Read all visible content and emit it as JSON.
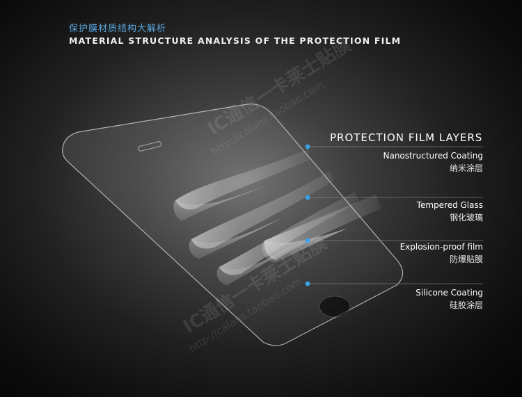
{
  "header": {
    "title_cn": "保护膜材质结构大解析",
    "title_en": "MATERIAL STRUCTURE ANALYSIS OF THE PROTECTION FILM"
  },
  "layers": {
    "heading": "PROTECTION FILM LAYERS",
    "items": [
      {
        "name_en": "Nanostructured Coating",
        "name_cn": "纳米涂层"
      },
      {
        "name_en": "Tempered Glass",
        "name_cn": "钢化玻璃"
      },
      {
        "name_en": "Explosion-proof film",
        "name_cn": "防爆贴膜"
      },
      {
        "name_en": "Silicone Coating",
        "name_cn": "硅胶涂层"
      }
    ]
  },
  "watermarks": {
    "shop_name": "IC通信一卡莱士贴膜",
    "url": "http://calans.taobao.com"
  },
  "colors": {
    "accent_blue": "#5aa8e0",
    "dot_blue": "#3aa0e8"
  }
}
